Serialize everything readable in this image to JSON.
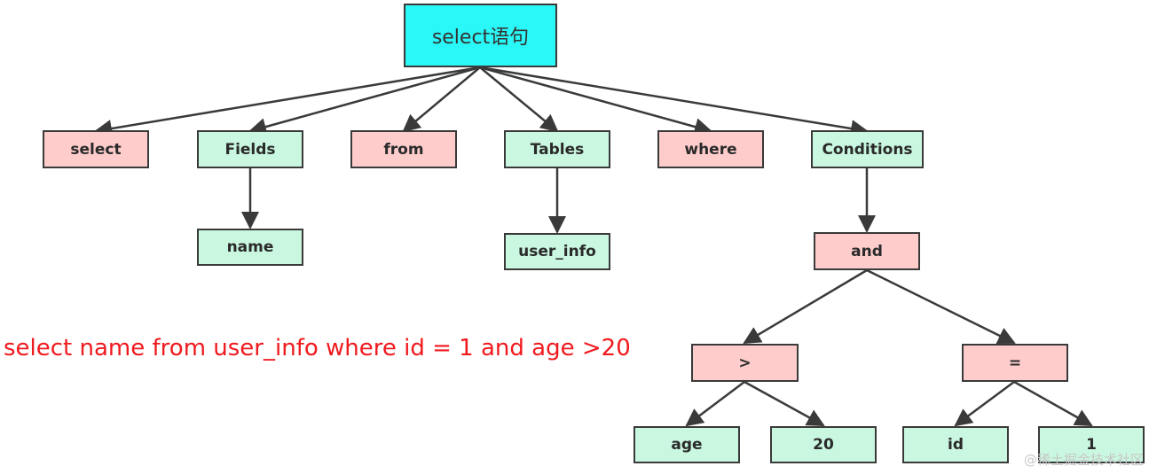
{
  "root": {
    "label": "select语句"
  },
  "tokens": {
    "select": "select",
    "fields": "Fields",
    "from": "from",
    "tables": "Tables",
    "where": "where",
    "conditions": "Conditions"
  },
  "children": {
    "name": "name",
    "user_info": "user_info",
    "and": "and",
    "gt": ">",
    "eq": "=",
    "age": "age",
    "twenty": "20",
    "id": "id",
    "one": "1"
  },
  "query": "select name from user_info where id = 1 and age >20",
  "watermark": "@稀土掘金技术社区",
  "colors": {
    "keyword_fill": "#ffcccc",
    "nonterminal_fill": "#c9f7e0",
    "root_fill": "#2af7f7",
    "query_text": "#f0191e"
  }
}
